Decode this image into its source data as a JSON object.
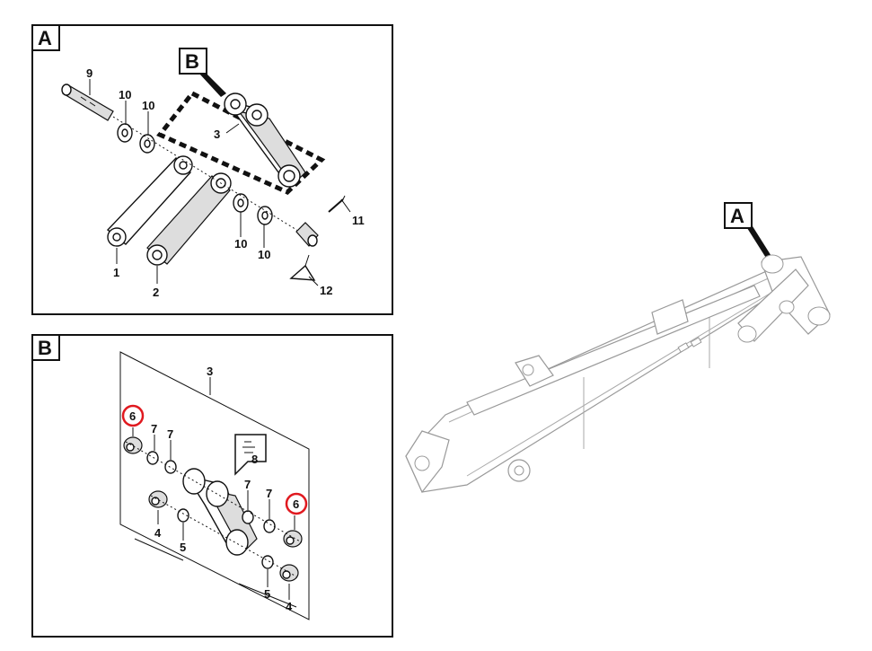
{
  "panel_a": {
    "tag": "A",
    "callout": "B",
    "labels": {
      "l1": "1",
      "l2": "2",
      "l3": "3",
      "l9": "9",
      "l10a": "10",
      "l10b": "10",
      "l10c": "10",
      "l10d": "10",
      "l11": "11",
      "l12": "12"
    }
  },
  "panel_b": {
    "tag": "B",
    "labels": {
      "l3": "3",
      "l4a": "4",
      "l4b": "4",
      "l5a": "5",
      "l5b": "5",
      "l6a": "6",
      "l6b": "6",
      "l7a": "7",
      "l7b": "7",
      "l7c": "7",
      "l7d": "7",
      "l8": "8"
    },
    "highlight_color": "#e0191f"
  },
  "overview": {
    "tag": "A"
  }
}
